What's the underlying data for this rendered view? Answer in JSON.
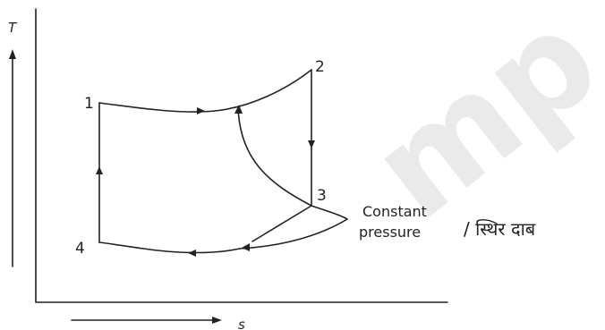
{
  "diagram": {
    "axes": {
      "y_label": "T",
      "x_label": "s"
    },
    "points": [
      {
        "id": "1",
        "label": "1"
      },
      {
        "id": "2",
        "label": "2"
      },
      {
        "id": "3",
        "label": "3"
      },
      {
        "id": "4",
        "label": "4"
      }
    ],
    "annotation": {
      "line1": "Constant",
      "line2": "pressure",
      "hindi": "/ स्थिर दाब"
    },
    "watermark": "mp"
  }
}
